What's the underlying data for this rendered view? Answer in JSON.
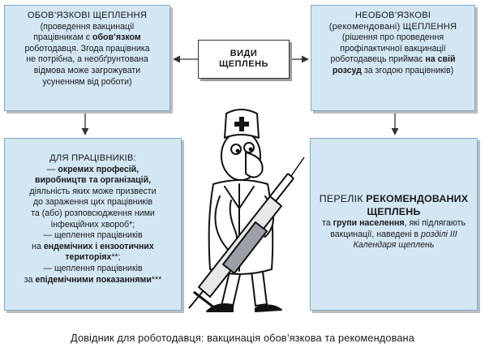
{
  "center": {
    "line1": "ВИДИ",
    "line2": "ЩЕПЛЕНЬ"
  },
  "mandatory": {
    "title": "ОБОВ’ЯЗКОВІ ЩЕПЛЕННЯ",
    "p1": "(проведення вакцинації",
    "p2a": "працівникам є ",
    "p2b": "обов’язком",
    "p3": "роботодавця. Згода працівника",
    "p4": "не потрібна, а необґрунтована",
    "p5": "відмова може загрожувати",
    "p6": "усуненням від роботи)"
  },
  "optional": {
    "title1": "НЕОБОВ’ЯЗКОВІ",
    "title2": "(рекомендовані) ЩЕПЛЕННЯ",
    "p1": "(рішення про проведення",
    "p2": "профілактичної вакцинації",
    "p3a": "роботодавець приймає ",
    "p3b": "на свій",
    "p4a": "розсуд",
    "p4b": " за згодою працівників)"
  },
  "workers": {
    "title": "ДЛЯ ПРАЦІВНИКІВ:",
    "l1a": "— ",
    "l1b": "окремих професій,",
    "l2": "виробництв та організацій,",
    "l3": "діяльність яких може призвести",
    "l4": "до зараження цих працівників",
    "l5": "та (або) розповсюдження ними",
    "l6": "інфекційних хвороб*;",
    "l7": "— щеплення працівників",
    "l8a": "на ",
    "l8b": "ендемічних і ензоотичних",
    "l9a": "територіях",
    "l9b": "**;",
    "l10": "— щеплення працівників",
    "l11a": "за ",
    "l11b": "епідемічними показаннями",
    "l11c": "***"
  },
  "recommended": {
    "t1a": "ПЕРЕЛІК ",
    "t1b": "РЕКОМЕНДОВАНИХ",
    "t2": "ЩЕПЛЕНЬ",
    "l1a": "та ",
    "l1b": "групи населення",
    "l1c": ", які підлягають",
    "l2a": "вакцинації, наведені в ",
    "l2b": "розділі III",
    "l3": "Календаря щеплень"
  },
  "caption": "Довідник для роботодавця: вакцинація обов’язкова та рекомендована",
  "colors": {
    "box_fill": "#d3e6f3",
    "box_border": "#7fa8c6",
    "shadow": "#bcbcbc",
    "arrow": "#333333"
  },
  "illustration": "doctor-with-syringe"
}
